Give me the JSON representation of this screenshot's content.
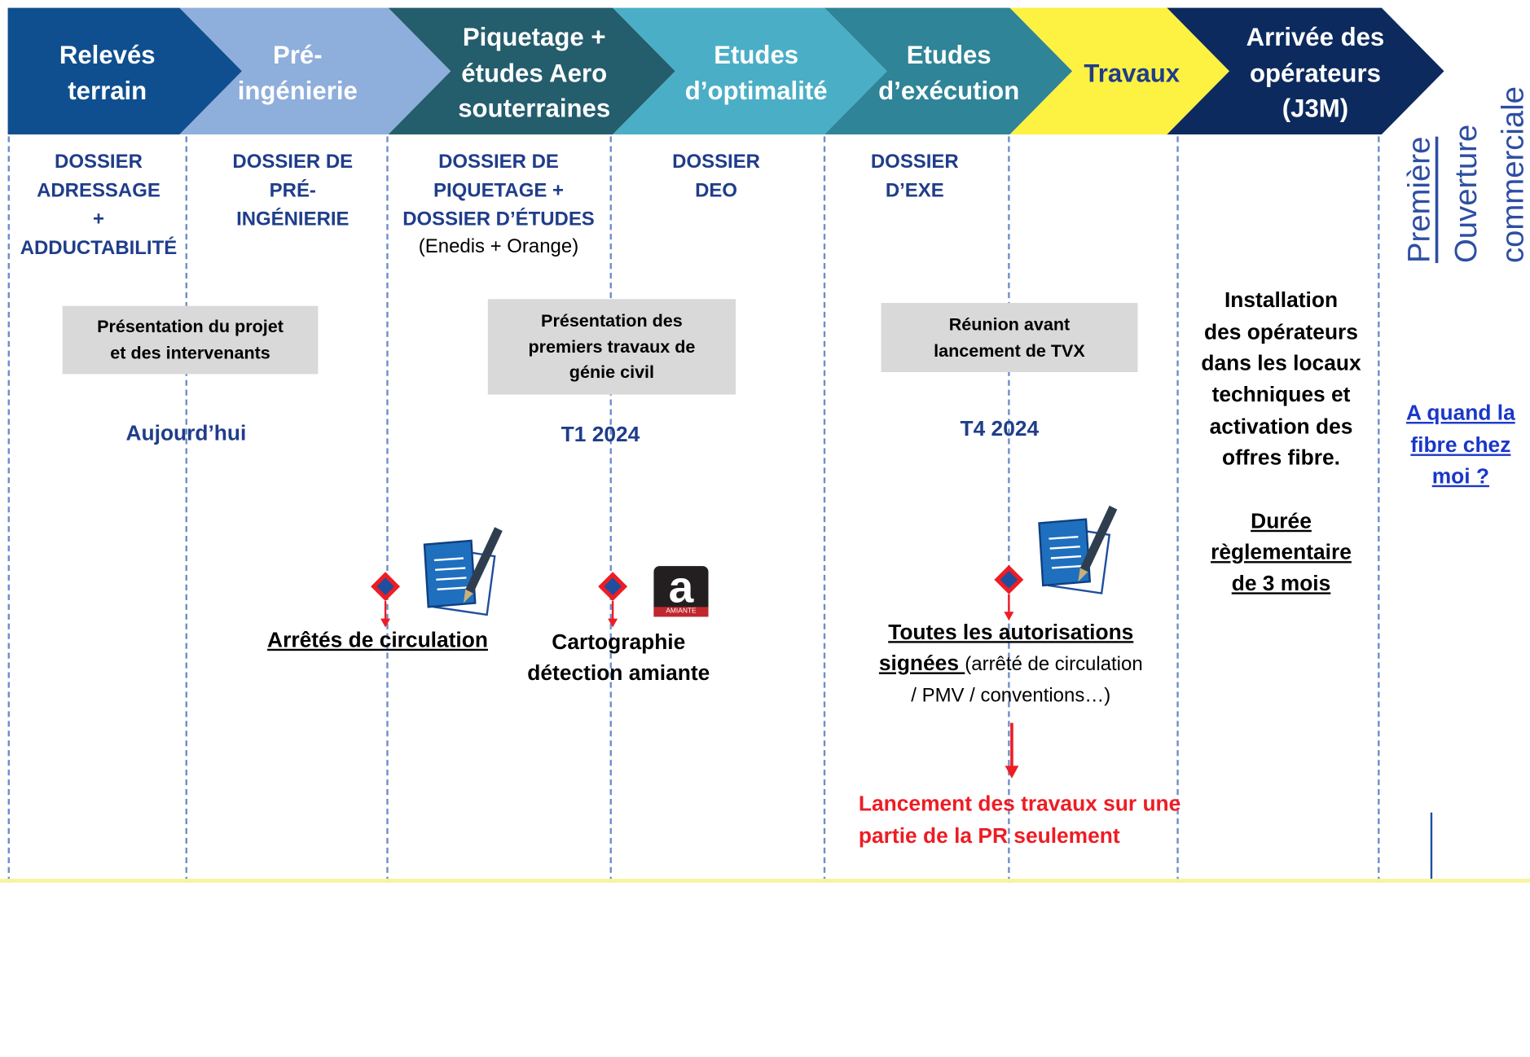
{
  "phases": [
    {
      "label": "Relevés\nterrain",
      "color": "#0f4f8f"
    },
    {
      "label": "Pré-\ningénierie",
      "color": "#8eaedb"
    },
    {
      "label": "Piquetage +\nétudes Aero\nsouterraines",
      "color": "#245d6c"
    },
    {
      "label": "Etudes\nd’optimalité",
      "color": "#4aaec6"
    },
    {
      "label": "Etudes\nd’exécution",
      "color": "#2f8497"
    },
    {
      "label": "Travaux",
      "color": "#fdf142"
    },
    {
      "label": "Arrivée des\nopérateurs\n(J3M)",
      "color": "#0c2a5e"
    }
  ],
  "dossiers": [
    {
      "text": "DOSSIER\nADRESSAGE\n+\nADDUCTABILITÉ"
    },
    {
      "text": "DOSSIER DE\nPRÉ-\nINGÉNIERIE"
    },
    {
      "text": "DOSSIER DE\nPIQUETAGE +\nDOSSIER D’ÉTUDES",
      "sub": "(Enedis + Orange)"
    },
    {
      "text": "DOSSIER\nDEO"
    },
    {
      "text": "DOSSIER\nD’EXE"
    }
  ],
  "meetings": [
    {
      "text": "Présentation du projet\net des intervenants"
    },
    {
      "text": "Présentation des\npremiers travaux de\ngénie civil"
    },
    {
      "text": "Réunion avant\nlancement de TVX"
    }
  ],
  "dates": [
    "Aujourd’hui",
    "T1 2024",
    "T4 2024"
  ],
  "milestones": {
    "arretes": "Arrêtés de circulation",
    "cartographie": "Cartographie\ndétection amiante",
    "autorisations_title": "Toutes les autorisations\nsignées ",
    "autorisations_detail": "(arrêté de circulation\n/ PMV / conventions…)",
    "lancement": "Lancement des travaux sur une\npartie de la PR seulement"
  },
  "install": {
    "text": "Installation\ndes opérateurs\ndans les locaux\ntechniques et\nactivation des\noffres fibre.",
    "underlined": "Durée\nrèglementaire\nde 3 mois"
  },
  "link": "A quand la\nfibre chez\nmoi ? ",
  "vertical": {
    "line1": "Première",
    "line2": "Ouverture",
    "line3": "commerciale"
  },
  "icons": {
    "amiante_letter": "a",
    "amiante_caption": "AMIANTE"
  },
  "colors": {
    "dossier_text": "#1f3d8a",
    "dash": "#6f8ec7",
    "milestone_red": "#ee1c24",
    "milestone_blue": "#1f4e9e",
    "link": "#1a37c9",
    "bottom_line": "#f8f3a0"
  }
}
